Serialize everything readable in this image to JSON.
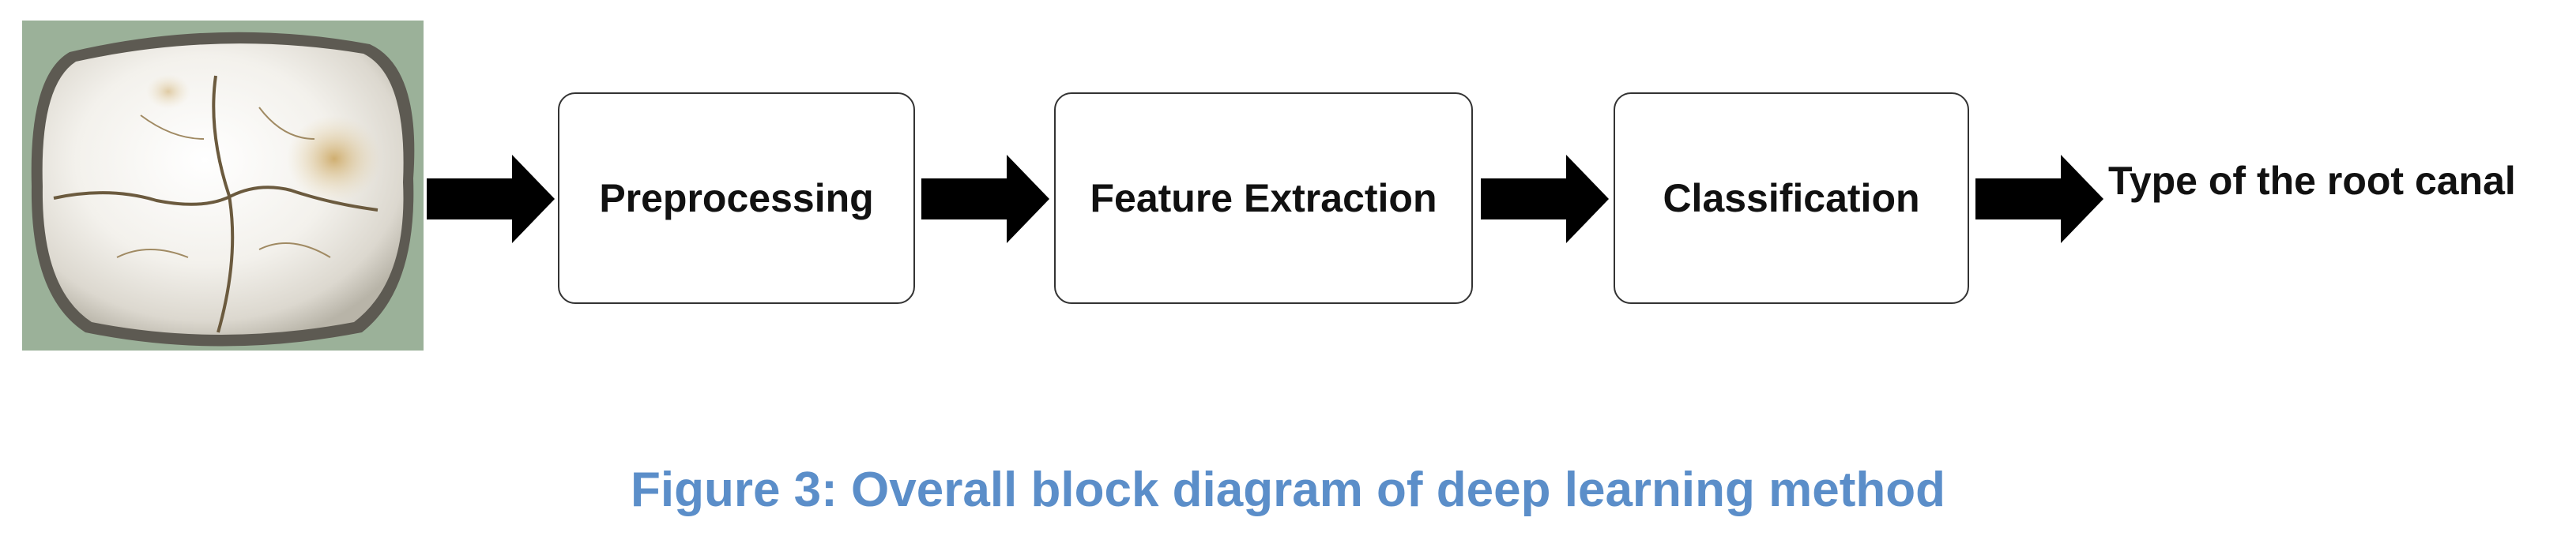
{
  "diagram": {
    "steps": [
      {
        "label": "Preprocessing"
      },
      {
        "label": "Feature Extraction"
      },
      {
        "label": "Classification"
      }
    ],
    "output_label": "Type of the root canal",
    "caption": "Figure 3: Overall block diagram of deep learning method"
  },
  "colors": {
    "caption": "#5b8ec9",
    "arrow": "#000000",
    "box_border": "#333333"
  }
}
